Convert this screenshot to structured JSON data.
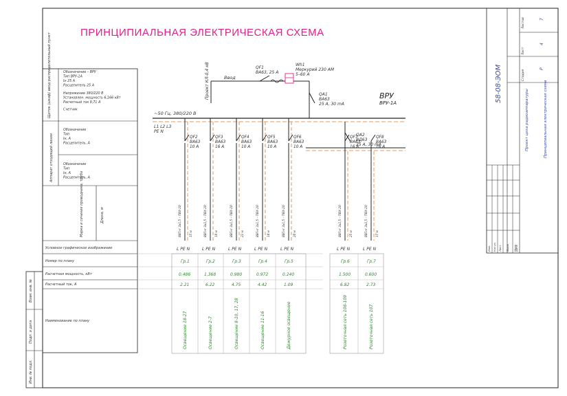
{
  "title": "ПРИНЦИПИАЛЬНАЯ ЭЛЕКТРИЧЕСКАЯ СХЕМА",
  "colors": {
    "accent": "#e0208a",
    "cable": "#e07a2a",
    "green_text": "#2a8a2a",
    "stamp_text": "#3a4cb0",
    "line": "#222222"
  },
  "left_block": {
    "head_caption": "Щиток (шкаф) ввод распределительный пункт",
    "head_info": [
      "Обозначение – ВРУ",
      "Тип ВРУ-1А",
      "Iн 25 А",
      "Расцепитель 25 А",
      "Напряжение 380/220 В",
      "Установлен. мощность 6,166 кВт",
      "Расчетный ток 9,71 А",
      "Счетчик"
    ],
    "apparatus_caption": "Аппарат отходящей линии",
    "apparatus_info_1": [
      "Обозначение",
      "Тип",
      "Iн, А",
      "Расцепитель, А"
    ],
    "apparatus_info_2": [
      "Обозначение",
      "Тип",
      "Iн, А",
      "Расцепитель, А"
    ],
    "cable_caption": "Марка и сечение проводника, труба",
    "length_caption": "Длина, м",
    "rows": [
      "Условное графическое изображение",
      "Номер по плану",
      "Расчетная мощность, кВт",
      "Расчетный ток, А",
      "Наименование по плану"
    ]
  },
  "left_margin": [
    "Взам. инв. №",
    "Подп. и дата",
    "Инв. № подл."
  ],
  "input": {
    "supply": "Проект КЛ-0,4 кВ",
    "input_label": "Ввод",
    "main_breaker": [
      "QF1",
      "ВА63, 25 А"
    ],
    "meter": [
      "Wh1",
      "Меркурий 230 АМ",
      "5–60 А"
    ],
    "rcd1": [
      "QA1",
      "ВА63",
      "25 А, 30 mA"
    ],
    "board": [
      "ВРУ",
      "ВРУ-1А"
    ],
    "bus": "~50 Гц, 380/220 В",
    "phases": [
      "L1 L2 L3",
      "PE N"
    ],
    "rcd2": [
      "QA2",
      "ВД63",
      "25 А, 30 mA"
    ]
  },
  "circuits": [
    {
      "breaker": [
        "QF2",
        "ВА63",
        "10 А"
      ],
      "cable": "ВВГнг 3х1,5 – ПВХ-20",
      "length": "15 м",
      "ugo": "L PE N",
      "group": "Гр.1",
      "power": "0.486",
      "current": "2.21",
      "name": "Освещение 18-27"
    },
    {
      "breaker": [
        "QF3",
        "ВА63",
        "16 А"
      ],
      "cable": "ВВГнг 3х2,5 – ПВХ-20",
      "length": "10 м",
      "ugo": "L PE N",
      "group": "Гр.2",
      "power": "1.368",
      "current": "6.22",
      "name": "Освещение 2-7"
    },
    {
      "breaker": [
        "QF4",
        "ВА63",
        "10 А"
      ],
      "cable": "ВВГнг 3х1,5 – ПВХ-20",
      "length": "22 м",
      "ugo": "L PE N",
      "group": "Гр.3",
      "power": "0.980",
      "current": "4.75",
      "name": "Освещение 8-10, 17, 28"
    },
    {
      "breaker": [
        "QF5",
        "ВА63",
        "10 А"
      ],
      "cable": "ВВГнг 3х1,5 – ПВХ-20",
      "length": "14 м",
      "ugo": "L PE N",
      "group": "Гр.4",
      "power": "0.972",
      "current": "4.42",
      "name": "Освещение 11-16"
    },
    {
      "breaker": [
        "QF6",
        "ВА63",
        "10 А"
      ],
      "cable": "ВВГнг 3х1,5 – ПВХ-20",
      "length": "20 м",
      "ugo": "L PE N",
      "group": "Гр.5",
      "power": "0.240",
      "current": "1.09",
      "name": "Дежурное освещение"
    },
    {
      "breaker": [
        "QF7",
        "ВА63",
        "16 А"
      ],
      "cable": "ВВГнг 3х2,5 – ПВХ-20",
      "length": "25 м",
      "ugo": "L PE N",
      "group": "Гр.6",
      "power": "1.500",
      "current": "6.82",
      "name": "Розеточная сеть 108-109"
    },
    {
      "breaker": [
        "QF8",
        "ВА63",
        "16 А"
      ],
      "cable": "ВВГнг 3х2,5 – ПВХ-20",
      "length": "17 м",
      "ugo": "L PE N",
      "group": "Гр.7",
      "power": "0.600",
      "current": "2.73",
      "name": "Розеточная сеть 107"
    }
  ],
  "stamp": {
    "code": "58-08-ЭОМ",
    "project": "Проект цеха радиоаппаратуры",
    "sheet_title": "Принципиальная электрическая схема",
    "headers": [
      "Стадия",
      "Лист",
      "Листов"
    ],
    "values": [
      "Р",
      "4",
      "7"
    ],
    "signature_headers": [
      "Изм.",
      "Кол.уч",
      "Лист",
      "№док",
      "Подп.",
      "Дата"
    ]
  }
}
